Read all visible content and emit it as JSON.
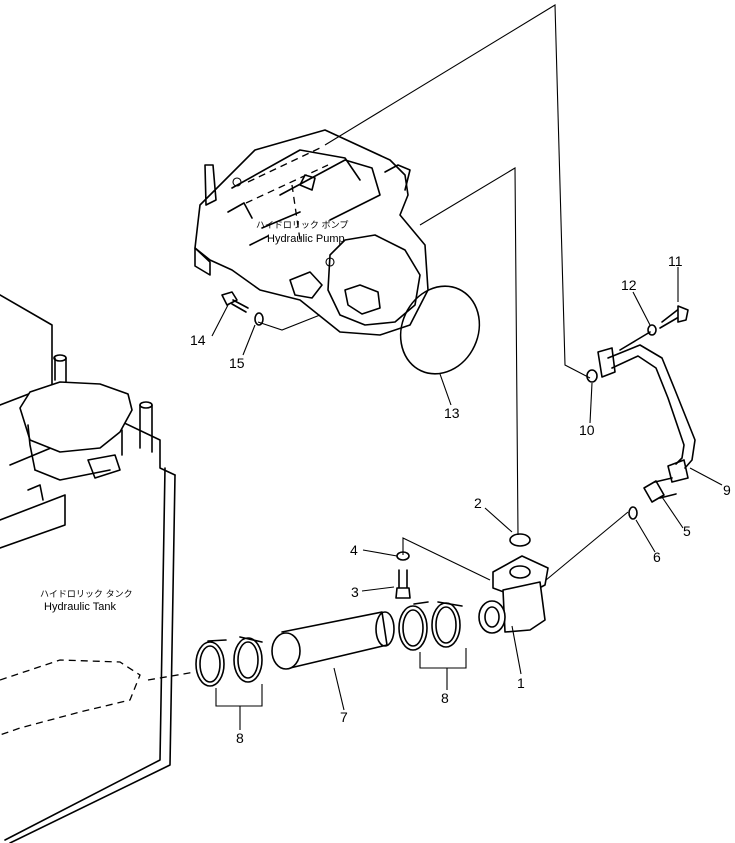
{
  "components": {
    "pump_label_jp": "ハイドロリック ポンプ",
    "pump_label_en": "Hydraulic Pump",
    "tank_label_jp": "ハイドロリック タンク",
    "tank_label_en": "Hydraulic Tank"
  },
  "callouts": {
    "c1": "1",
    "c2": "2",
    "c3": "3",
    "c4": "4",
    "c5": "5",
    "c6": "6",
    "c7": "7",
    "c8a": "8",
    "c8b": "8",
    "c9": "9",
    "c10": "10",
    "c11": "11",
    "c12": "12",
    "c13": "13",
    "c14": "14",
    "c15": "15"
  }
}
